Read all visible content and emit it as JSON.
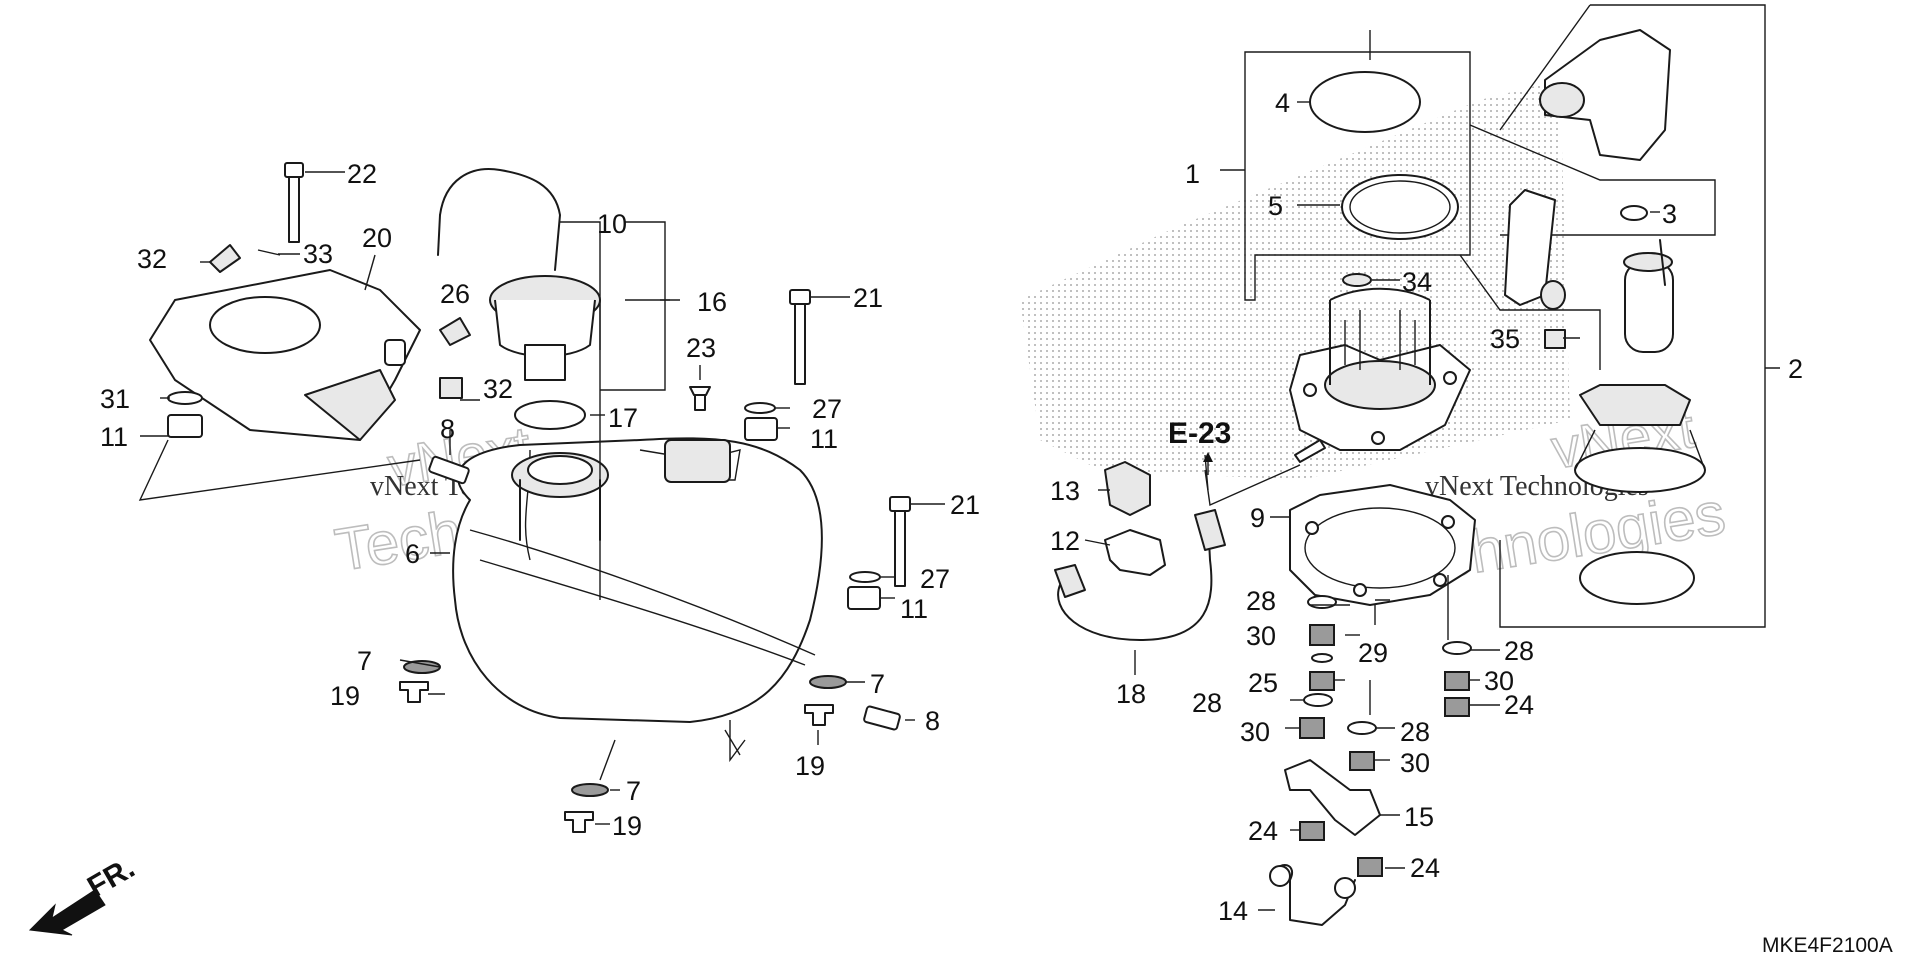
{
  "diagram": {
    "reference_code": "MKE4F2100A",
    "watermark_lines": [
      "vNext",
      "Technologies"
    ],
    "section_ref": "E-23",
    "front_indicator": "FR.",
    "callouts": {
      "c1": "1",
      "c2": "2",
      "c3": "3",
      "c4": "4",
      "c5": "5",
      "c6": "6",
      "c7a": "7",
      "c7b": "7",
      "c7c": "7",
      "c8a": "8",
      "c8b": "8",
      "c9": "9",
      "c10": "10",
      "c11a": "11",
      "c11b": "11",
      "c11c": "11",
      "c12": "12",
      "c13": "13",
      "c14": "14",
      "c15": "15",
      "c16": "16",
      "c17": "17",
      "c18": "18",
      "c19a": "19",
      "c19b": "19",
      "c19c": "19",
      "c20": "20",
      "c21a": "21",
      "c21b": "21",
      "c22": "22",
      "c23": "23",
      "c24a": "24",
      "c24b": "24",
      "c24c": "24",
      "c25": "25",
      "c26": "26",
      "c27a": "27",
      "c27b": "27",
      "c28a": "28",
      "c28b": "28",
      "c28c": "28",
      "c28d": "28",
      "c29": "29",
      "c30a": "30",
      "c30b": "30",
      "c30c": "30",
      "c30d": "30",
      "c31": "31",
      "c32a": "32",
      "c32b": "32",
      "c33": "33",
      "c34": "34",
      "c35": "35"
    }
  }
}
